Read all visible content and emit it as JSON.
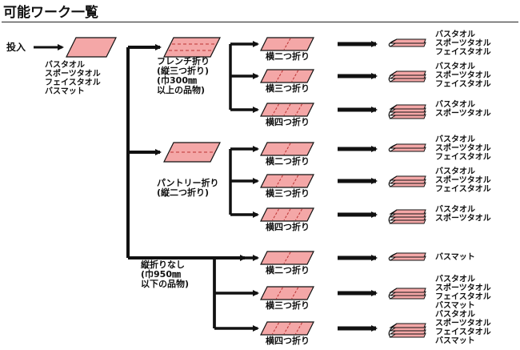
{
  "title": "可能ワーク一覧",
  "input_label": "投入",
  "input_items": [
    "バスタオル",
    "スポーツタオル",
    "フェイスタオル",
    "バスマット"
  ],
  "fold_labels": {
    "pink": "#f4a7a7",
    "groups": [
      {
        "lines": [
          "フレンチ折り",
          "(縦三つ折り)",
          "(巾300㎜",
          "以上の品物)"
        ],
        "subs": [
          {
            "label": "横二つ折り",
            "result": [
              "バスタオル",
              "スポーツタオル",
              "フェイスタオル"
            ]
          },
          {
            "label": "横三つ折り",
            "result": [
              "バスタオル",
              "スポーツタオル",
              "フェイスタオル"
            ]
          },
          {
            "label": "横四つ折り",
            "result": [
              "バスタオル",
              "スポーツタオル"
            ]
          }
        ]
      },
      {
        "lines": [
          "パントリー折り",
          "(縦二つ折り)"
        ],
        "subs": [
          {
            "label": "横二つ折り",
            "result": [
              "バスタオル",
              "スポーツタオル",
              "フェイスタオル"
            ]
          },
          {
            "label": "横三つ折り",
            "result": [
              "バスタオル",
              "スポーツタオル",
              "フェイスタオル"
            ]
          },
          {
            "label": "横四つ折り",
            "result": [
              "バスタオル",
              "スポーツタオル"
            ]
          }
        ]
      },
      {
        "lines": [
          "縦折りなし",
          "(巾950㎜",
          "以下の品物)"
        ],
        "subs": [
          {
            "label": "横二つ折り",
            "result": [
              "バスマット"
            ]
          },
          {
            "label": "横三つ折り",
            "result": [
              "バスタオル",
              "スポーツタオル",
              "フェイスタオル",
              "バスマット"
            ]
          },
          {
            "label": "横四つ折り",
            "result": [
              "バスタオル",
              "スポーツタオル",
              "フェイスタオル",
              "バスマット"
            ]
          }
        ]
      }
    ]
  }
}
